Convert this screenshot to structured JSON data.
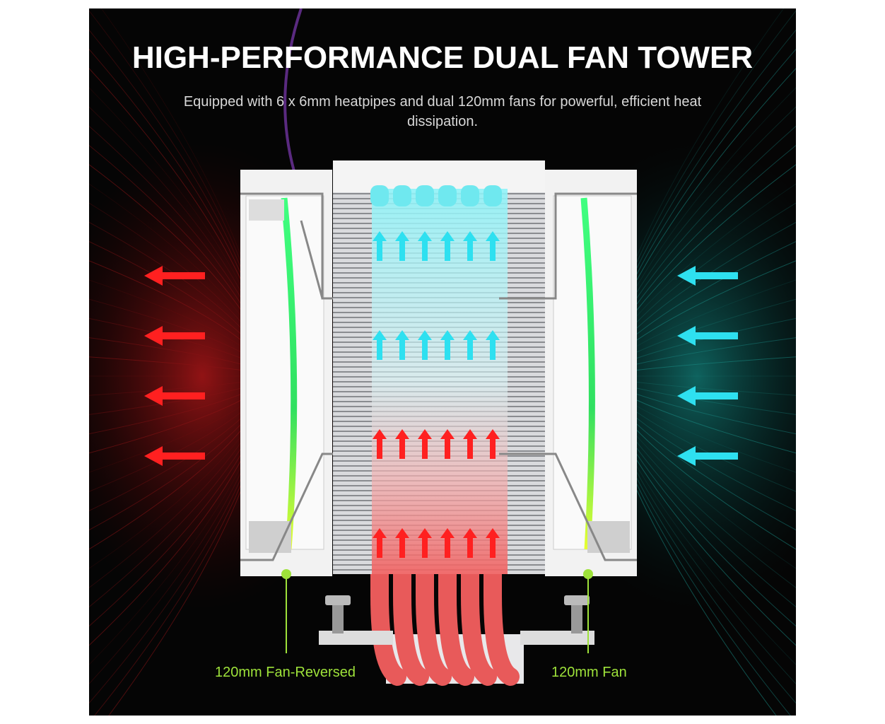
{
  "heading": "HIGH-PERFORMANCE DUAL FAN TOWER",
  "subheading": "Equipped with 6 x 6mm heatpipes and dual 120mm fans for powerful, efficient heat dissipation.",
  "labels": {
    "left_fan": "120mm Fan-Reversed",
    "right_fan": "120mm Fan"
  },
  "colors": {
    "background": "#050505",
    "hot": "#ff2020",
    "cool": "#2ee0f0",
    "label": "#9ee23a",
    "heatpipe": "#e85a5a"
  },
  "heatpipe_count": 6
}
